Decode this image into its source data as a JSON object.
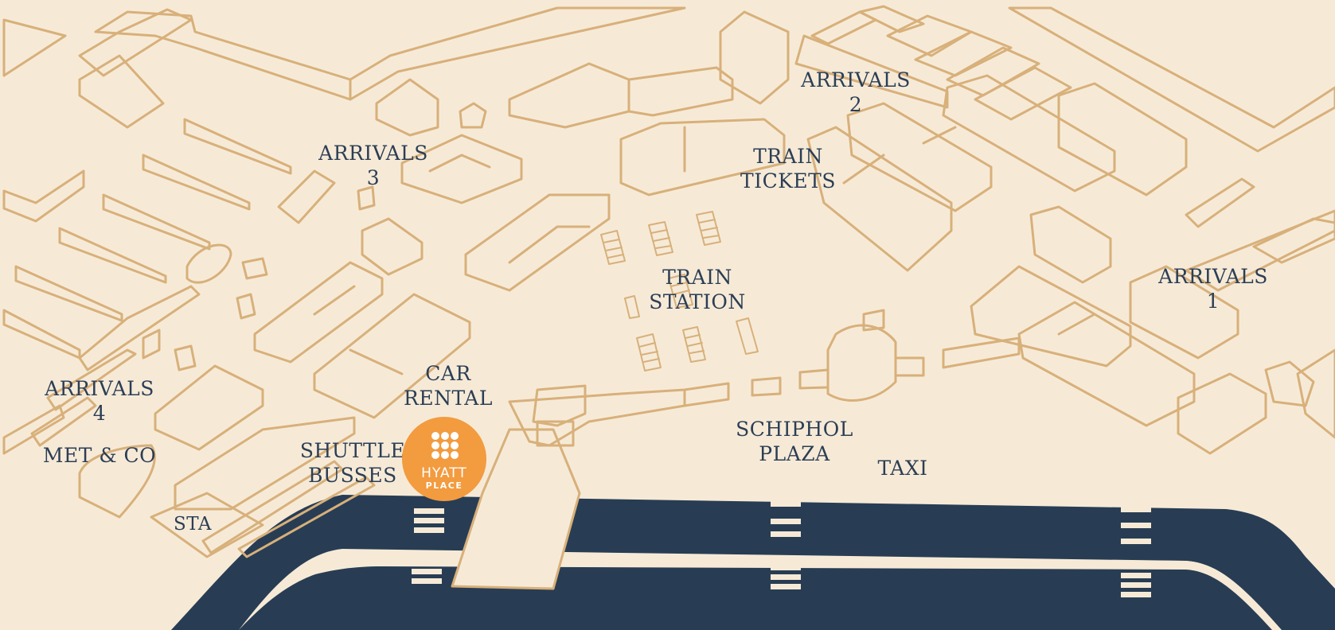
{
  "colors": {
    "background": "#f6ead7",
    "building_stroke": "#d8b07a",
    "road": "#283d54",
    "crosswalk": "#f6ead7",
    "label_text": "#2c3e55",
    "logo_circle": "#f39b3f"
  },
  "labels": {
    "arrivals_1": [
      "ARRIVALS",
      "1"
    ],
    "arrivals_2": [
      "ARRIVALS",
      "2"
    ],
    "arrivals_3": [
      "ARRIVALS",
      "3"
    ],
    "arrivals_4": [
      "ARRIVALS",
      "4"
    ],
    "train_tickets": [
      "TRAIN",
      "TICKETS"
    ],
    "train_station": [
      "TRAIN",
      "STATION"
    ],
    "car_rental": [
      "CAR",
      "RENTAL"
    ],
    "shuttle_busses": [
      "SHUTTLE",
      "BUSSES"
    ],
    "schiphol_plaza": [
      "SCHIPHOL",
      "PLAZA"
    ],
    "taxi": "TAXI",
    "met_co": "MET & CO",
    "sta": "STA"
  },
  "logo": {
    "brand_line1": "HYATT",
    "brand_line2": "PLACE",
    "icon": "hyatt-place-dots-icon"
  }
}
